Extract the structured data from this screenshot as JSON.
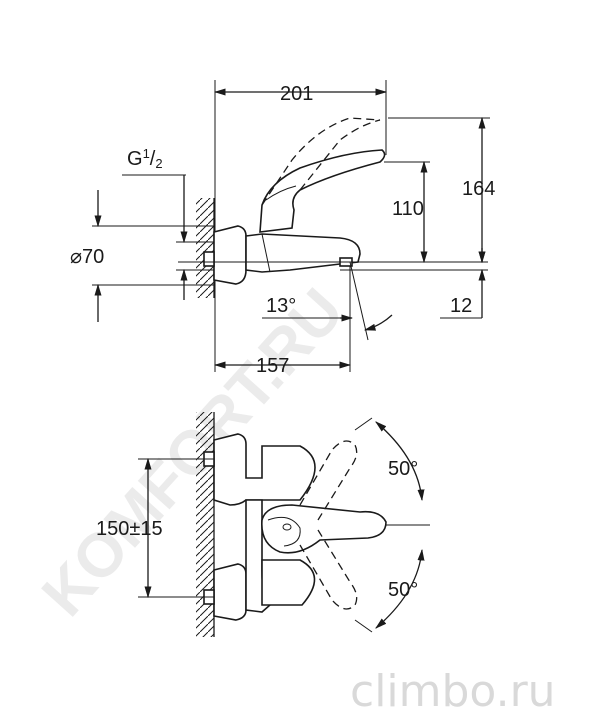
{
  "dimensions": {
    "width_total": "201",
    "height_total": "164",
    "height_spout": "110",
    "thread_label": "G",
    "thread_sup": "1",
    "thread_sub": "2",
    "diameter": "70",
    "angle_spout": "13°",
    "spout_drop": "12",
    "spout_reach": "157",
    "center_distance": "150±15",
    "lever_angle_up": "50°",
    "lever_angle_down": "50°"
  },
  "watermarks": {
    "diagonal": "KOMFORT.RU",
    "corner": "climbo.ru"
  }
}
